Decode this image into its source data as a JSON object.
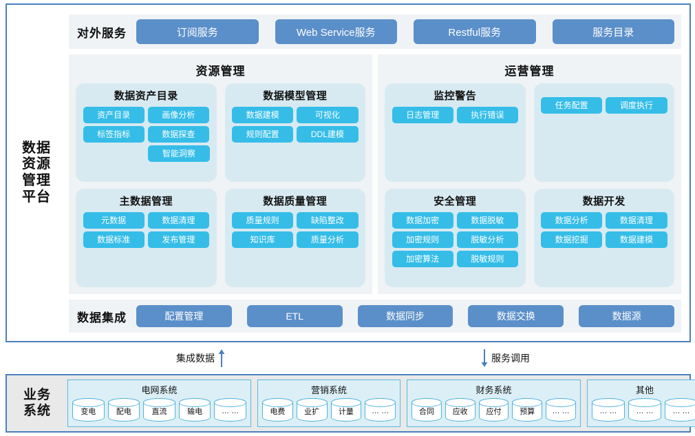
{
  "platform": {
    "title_lines": [
      "数据",
      "资源",
      "管理",
      "平台"
    ],
    "external_services": {
      "label": "对外服务",
      "buttons": [
        "订阅服务",
        "Web Service服务",
        "Restful服务",
        "服务目录"
      ]
    },
    "groups": [
      {
        "title": "资源管理",
        "cards": [
          {
            "title": "数据资产目录",
            "chips": [
              "资产目录",
              "画像分析",
              "标签指标",
              "数据探查",
              "智能洞察"
            ]
          },
          {
            "title": "数据模型管理",
            "chips": [
              "数据建模",
              "可视化",
              "规则配置",
              "DDL建模"
            ]
          },
          {
            "title": "主数据管理",
            "chips": [
              "元数据",
              "数据清理",
              "数据标准",
              "发布管理"
            ]
          },
          {
            "title": "数据质量管理",
            "chips": [
              "质量规则",
              "缺陷整改",
              "知识库",
              "质量分析"
            ]
          }
        ]
      },
      {
        "title": "运营管理",
        "cards": [
          {
            "title": "监控警告",
            "chips": [
              "日志管理",
              "执行错误"
            ]
          },
          {
            "title": "",
            "chips": [
              "任务配置",
              "调度执行"
            ]
          },
          {
            "title": "安全管理",
            "chips": [
              "数据加密",
              "数据脱敏",
              "加密规则",
              "脱敏分析",
              "加密算法",
              "脱敏规则"
            ]
          },
          {
            "title": "数据开发",
            "chips": [
              "数据分析",
              "数据清理",
              "数据挖掘",
              "数据建模"
            ]
          }
        ]
      }
    ],
    "data_integration": {
      "label": "数据集成",
      "buttons": [
        "配置管理",
        "ETL",
        "数据同步",
        "数据交换",
        "数据源"
      ]
    }
  },
  "connectors": [
    {
      "label": "集成数据",
      "direction": "up"
    },
    {
      "label": "服务调用",
      "direction": "down"
    }
  ],
  "business_systems": {
    "title_lines": [
      "业务",
      "系统"
    ],
    "groups": [
      {
        "title": "电网系统",
        "items": [
          "变电",
          "配电",
          "直流",
          "输电",
          "… …"
        ]
      },
      {
        "title": "营销系统",
        "items": [
          "电费",
          "业扩",
          "计量",
          "… …"
        ]
      },
      {
        "title": "财务系统",
        "items": [
          "合同",
          "应收",
          "应付",
          "预算",
          "… …"
        ]
      },
      {
        "title": "其他",
        "items": [
          "… …",
          "… …",
          "… …"
        ]
      }
    ]
  },
  "colors": {
    "frame_border": "#4a80bd",
    "strip_bg": "#f0f3f5",
    "group_bg": "#eff3f5",
    "card_bg": "#d8eaf1",
    "chip_bg": "#35bde8",
    "button_bg": "#5b8fc9",
    "biz_bg": "#e9e9e9",
    "biz_group_bg": "#dceff6",
    "biz_group_border": "#5ab9dd",
    "arrow": "#4a80bd"
  }
}
